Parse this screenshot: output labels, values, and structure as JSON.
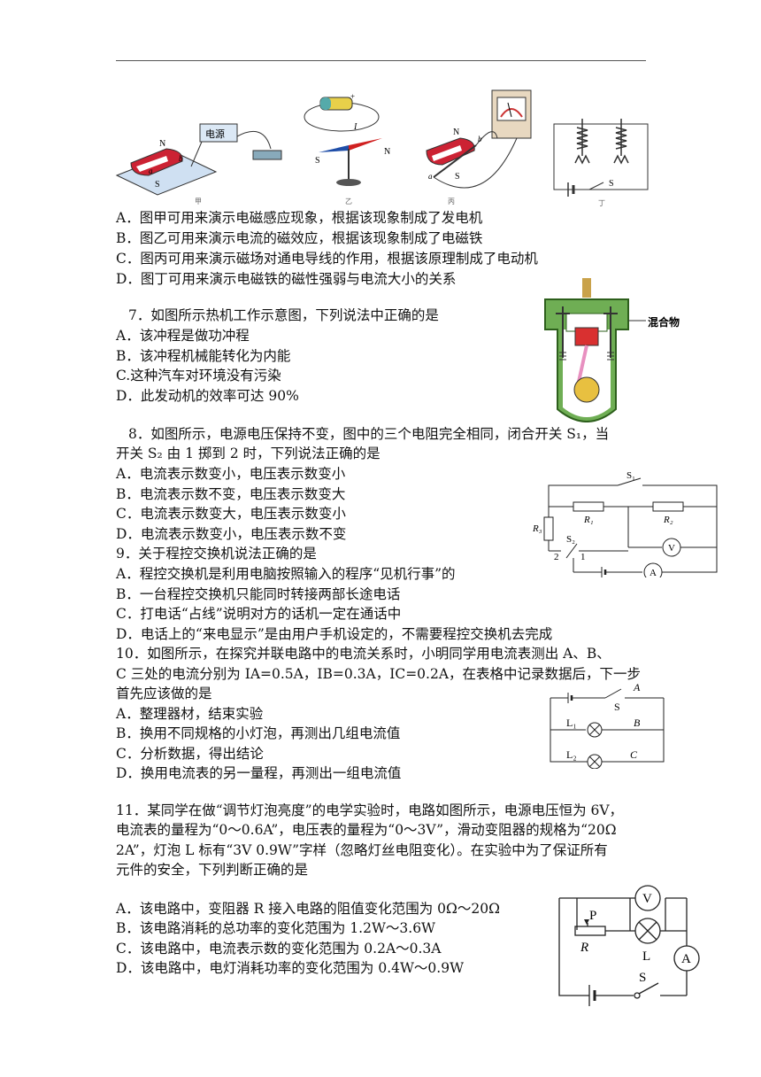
{
  "figure_top": {
    "captions": [
      "甲",
      "乙",
      "丙",
      "丁"
    ],
    "labels": {
      "n": "N",
      "s": "S",
      "power": "电源",
      "a": "a",
      "b": "b",
      "i": "I",
      "plus": "+"
    }
  },
  "q6": {
    "options": [
      "A．图甲可用来演示电磁感应现象，根据该现象制成了发电机",
      "B．图乙可用来演示电流的磁效应，根据该现象制成了电磁铁",
      "C．图丙可用来演示磁场对通电导线的作用，根据该原理制成了电动机",
      "D．图丁可用来演示电磁铁的磁性强弱与电流大小的关系"
    ]
  },
  "q7": {
    "stem": "7．如图所示热机工作示意图，下列说法中正确的是",
    "options": [
      "A．该冲程是做功冲程",
      "B．该冲程机械能转化为内能",
      "C.这种汽车对环境没有污染",
      "D．此发动机的效率可达 90%"
    ],
    "figure_label": "混合物"
  },
  "q8": {
    "stem_line1": "8．如图所示，电源电压保持不变，图中的三个电阻完全相同，闭合开关 S₁，当",
    "stem_line2": "开关 S₂ 由 1 掷到 2 时，下列说法正确的是",
    "options": [
      "A．电流表示数变小，电压表示数变小",
      "B．电流表示数不变，电压表示数变大",
      "C．电流表示数变大，电压表示数变小",
      "D．电流表示数变小，电压表示数不变"
    ],
    "figure": {
      "s1": "S₁",
      "s2": "S₂",
      "r1": "R₁",
      "r2": "R₂",
      "r3": "R₃",
      "v": "V",
      "a": "A",
      "one": "1",
      "two": "2"
    }
  },
  "q9": {
    "stem": "9．关于程控交换机说法正确的是",
    "options": [
      "A．程控交换机是利用电脑按照输入的程序“见机行事”的",
      "B．一台程控交换机只能同时转接两部长途电话",
      "C．打电话“占线”说明对方的话机一定在通话中",
      "D．电话上的“来电显示”是由用户手机设定的，不需要程控交换机去完成"
    ]
  },
  "q10": {
    "stem_line1": "10．如图所示，在探究并联电路中的电流关系时，小明同学用电流表测出 A、B、",
    "stem_line2": "C 三处的电流分别为 IA=0.5A，IB=0.3A，IC=0.2A，在表格中记录数据后，下一步",
    "stem_line3": "首先应该做的是",
    "options": [
      "A．整理器材，结束实验",
      "B．换用不同规格的小灯泡，再测出几组电流值",
      "C．分析数据，得出结论",
      "D．换用电流表的另一量程，再测出一组电流值"
    ],
    "figure": {
      "a": "A",
      "b": "B",
      "c": "C",
      "s": "S",
      "l1": "L₁",
      "l2": "L₂"
    }
  },
  "q11": {
    "stem_line1": "11．某同学在做“调节灯泡亮度”的电学实验时，电路如图所示，电源电压恒为 6V，",
    "stem_line2": "电流表的量程为“0～0.6A”，电压表的量程为“0～3V”，滑动变阻器的规格为“20Ω",
    "stem_line3": "2A”，灯泡 L 标有“3V 0.9W”字样（忽略灯丝电阻变化）。在实验中为了保证所有",
    "stem_line4": "元件的安全，下列判断正确的是",
    "options": [
      "A．该电路中，变阻器 R 接入电路的阻值变化范围为 0Ω～20Ω",
      "B．该电路消耗的总功率的变化范围为 1.2W～3.6W",
      "C．该电路中，电流表示数的变化范围为 0.2A～0.3A",
      "D．该电路中，电灯消耗功率的变化范围为 0.4W～0.9W"
    ],
    "figure": {
      "v": "V",
      "a": "A",
      "p": "P",
      "r": "R",
      "l": "L",
      "s": "S"
    }
  }
}
